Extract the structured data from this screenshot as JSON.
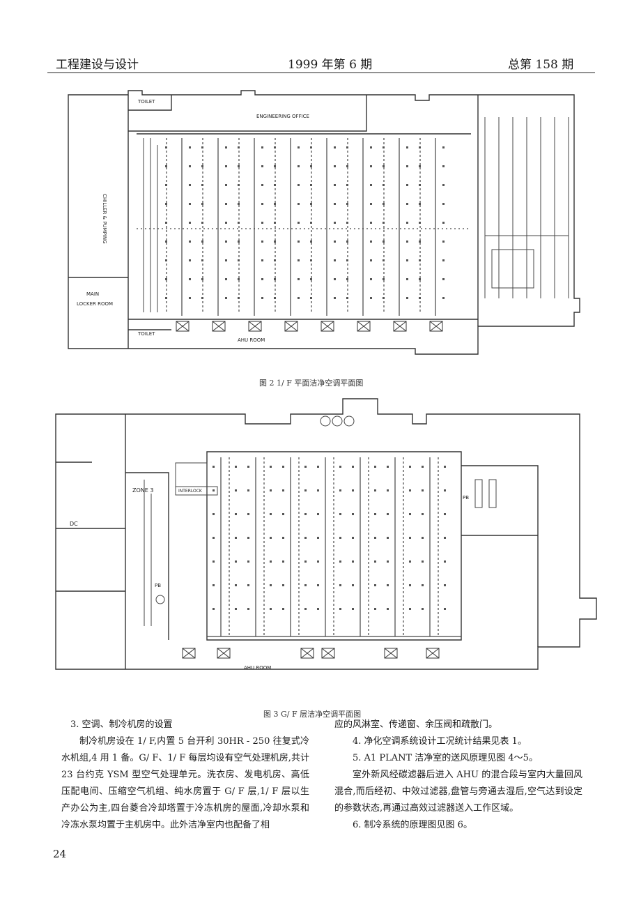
{
  "header": {
    "journal": "工程建设与设计",
    "issue": "1999 年第 6 期",
    "serial": "总第 158 期"
  },
  "figure2": {
    "caption": "图 2    1/ F 平面洁净空调平面图",
    "labels": {
      "toilet_top": "TOILET",
      "office": "ENGINEERING OFFICE",
      "chiller": "CHILLER & PUMPING",
      "locker": "MAIN\nLOCKER ROOM",
      "toilet_bottom": "TOILET",
      "ahu": "AHU ROOM"
    }
  },
  "figure3": {
    "caption": "图 3    G/ F 层洁净空调平面图",
    "labels": {
      "zone": "ZONE 3",
      "interlock": "INTERLOCK",
      "dc": "DC",
      "ahu": "AHU ROOM",
      "pb": "PB"
    }
  },
  "left_column": [
    {
      "type": "head",
      "text": "3. 空调、制冷机房的设置"
    },
    {
      "type": "ind",
      "text": "制冷机房设在 1/ F,内置 5 台开利 30HR - 250 往复式冷水机组,4 用 1 备。G/ F、1/ F 每层均设有空气处理机房,共计 23 台约克 YSM 型空气处理单元。洗衣房、发电机房、高低压配电间、压缩空气机组、纯水房置于 G/ F 层,1/ F 层以生产办公为主,四台菱合冷却塔置于冷冻机房的屋面,冷却水泵和冷冻水泵均置于主机房中。此外洁净室内也配备了相"
    }
  ],
  "right_column": [
    {
      "type": "noind",
      "text": "应的风淋室、传递窗、余压阀和疏散门。"
    },
    {
      "type": "ind",
      "text": "4. 净化空调系统设计工况统计结果见表 1。"
    },
    {
      "type": "ind",
      "text": "5. A1 PLANT 洁净室的送风原理见图 4～5。"
    },
    {
      "type": "ind",
      "text": "室外新风经碳滤器后进入 AHU 的混合段与室内大量回风混合,而后经初、中效过滤器,盘管与旁通去湿后,空气达到设定的参数状态,再通过高效过滤器送入工作区域。"
    },
    {
      "type": "ind",
      "text": "6. 制冷系统的原理图见图 6。"
    }
  ],
  "page_number": "24"
}
